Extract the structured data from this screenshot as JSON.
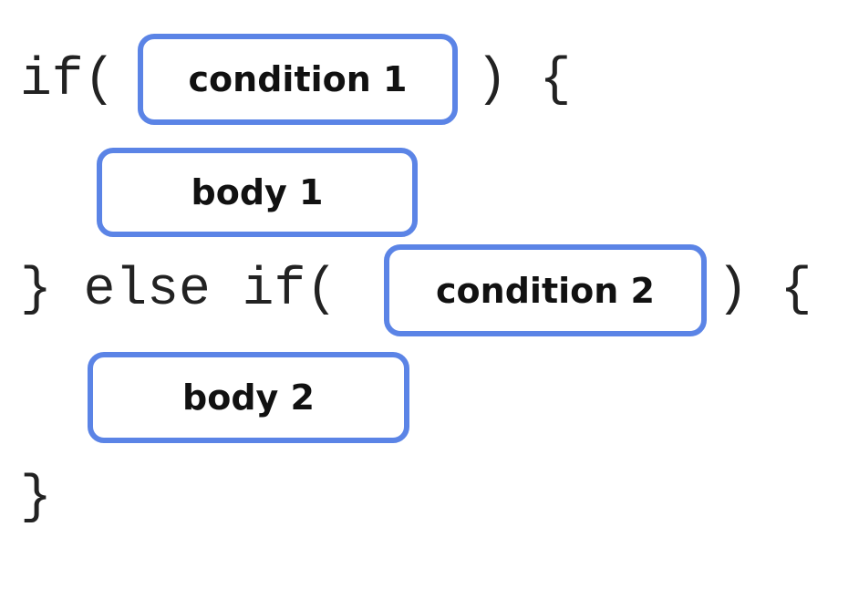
{
  "diagram": {
    "line1": {
      "prefix": "if(",
      "suffix": ") {"
    },
    "condition_1": "condition 1",
    "body_1": "body 1",
    "line3": {
      "prefix": "} else if(",
      "suffix": ") {"
    },
    "condition_2": "condition 2",
    "body_2": "body 2",
    "closing_brace": "}",
    "colors": {
      "box_border": "#5b84e6",
      "code_text": "#222222"
    }
  }
}
